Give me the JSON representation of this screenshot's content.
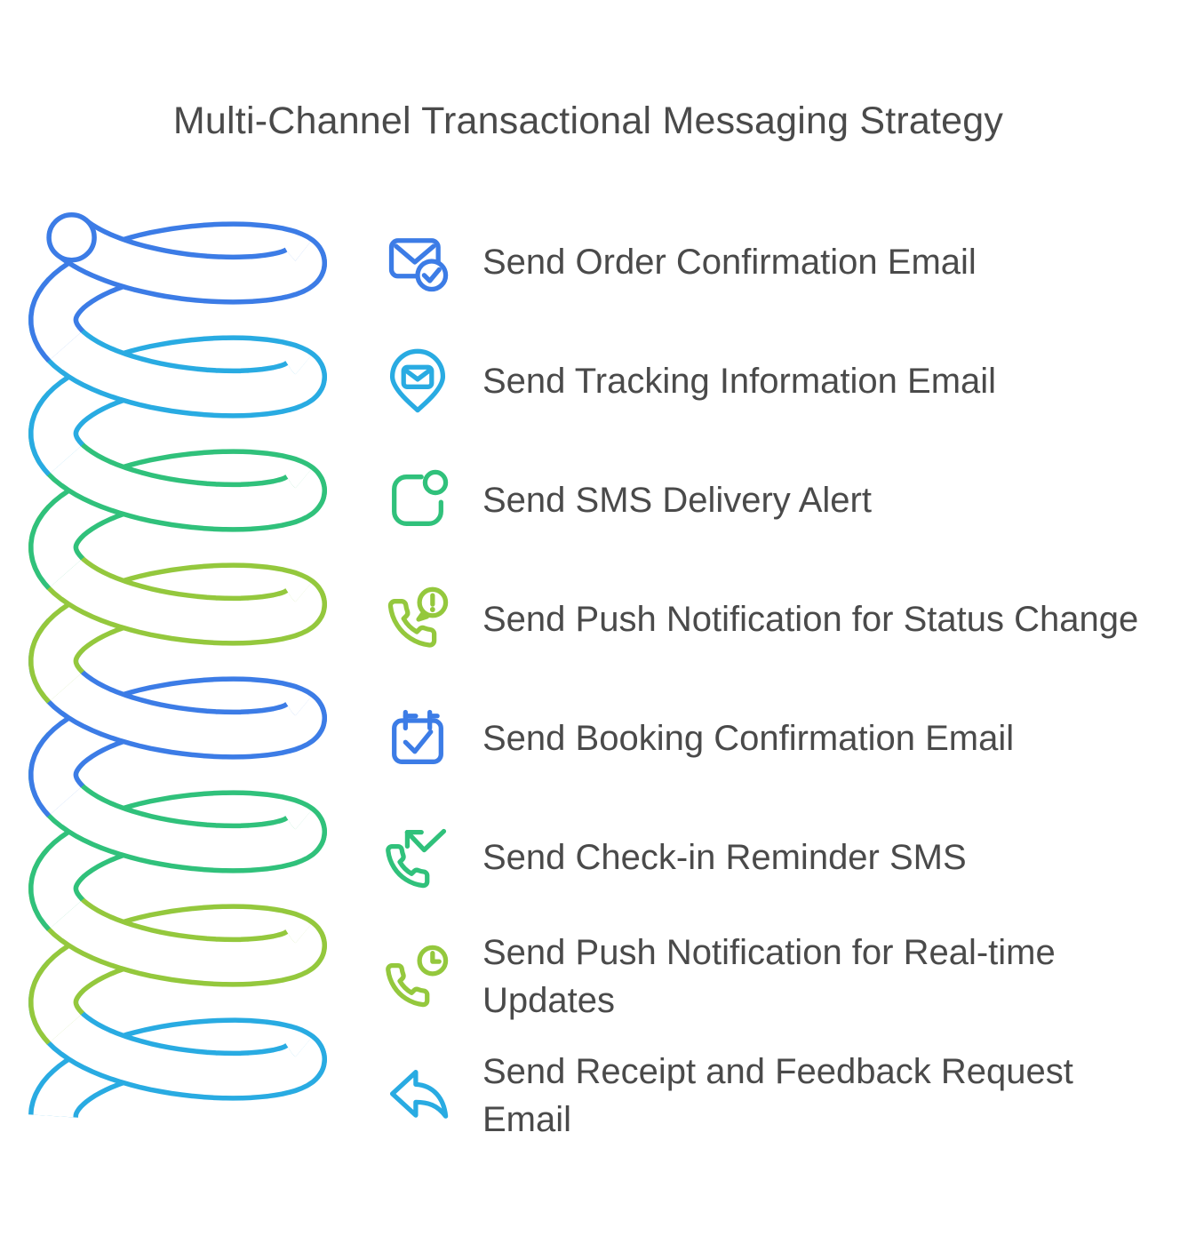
{
  "title": "Multi-Channel Transactional Messaging Strategy",
  "text_color": "#4a4a4a",
  "items": [
    {
      "label": "Send Order Confirmation Email",
      "icon": "email-check-icon",
      "color": "#3c7ce6"
    },
    {
      "label": "Send Tracking Information Email",
      "icon": "pin-email-icon",
      "color": "#29abe2"
    },
    {
      "label": "Send SMS Delivery Alert",
      "icon": "sms-notification-icon",
      "color": "#30c17b"
    },
    {
      "label": "Send Push Notification for Status Change",
      "icon": "phone-alert-icon",
      "color": "#94c83d"
    },
    {
      "label": "Send Booking Confirmation Email",
      "icon": "calendar-check-icon",
      "color": "#3c7ce6"
    },
    {
      "label": "Send Check-in Reminder SMS",
      "icon": "phone-check-arrow-icon",
      "color": "#30c17b"
    },
    {
      "label": "Send Push Notification for Real-time Updates",
      "icon": "phone-clock-icon",
      "color": "#94c83d"
    },
    {
      "label": "Send Receipt and Feedback Request Email",
      "icon": "reply-arrow-icon",
      "color": "#29abe2"
    }
  ],
  "spiral": {
    "colors": [
      "#3c7ce6",
      "#29abe2",
      "#30c17b",
      "#94c83d",
      "#3c7ce6",
      "#30c17b",
      "#94c83d",
      "#29abe2"
    ]
  }
}
